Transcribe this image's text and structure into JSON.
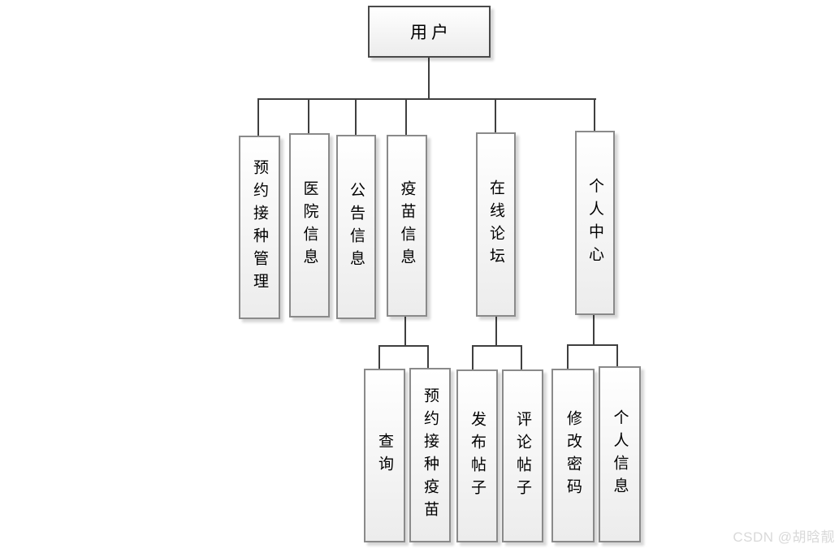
{
  "root": {
    "label": "用户"
  },
  "modules": [
    {
      "label": "预约接种管理",
      "children": []
    },
    {
      "label": "医院信息",
      "children": []
    },
    {
      "label": "公告信息",
      "children": []
    },
    {
      "label": "疫苗信息",
      "children": [
        {
          "label": "查询"
        },
        {
          "label": "预约接种疫苗"
        }
      ]
    },
    {
      "label": "在线论坛",
      "children": [
        {
          "label": "发布帖子"
        },
        {
          "label": "评论帖子"
        }
      ]
    },
    {
      "label": "个人中心",
      "children": [
        {
          "label": "修改密码"
        },
        {
          "label": "个人信息"
        }
      ]
    }
  ],
  "watermark": "CSDN @胡晗靓",
  "colors": {
    "line": "#3f3f3f",
    "box_border": "#8a8a8a",
    "root_border": "#4a4a4a",
    "box_fill_top": "#ffffff",
    "box_fill_bottom": "#ececec",
    "text": "#000000",
    "watermark": "#d9d9d9",
    "background": "#ffffff"
  }
}
